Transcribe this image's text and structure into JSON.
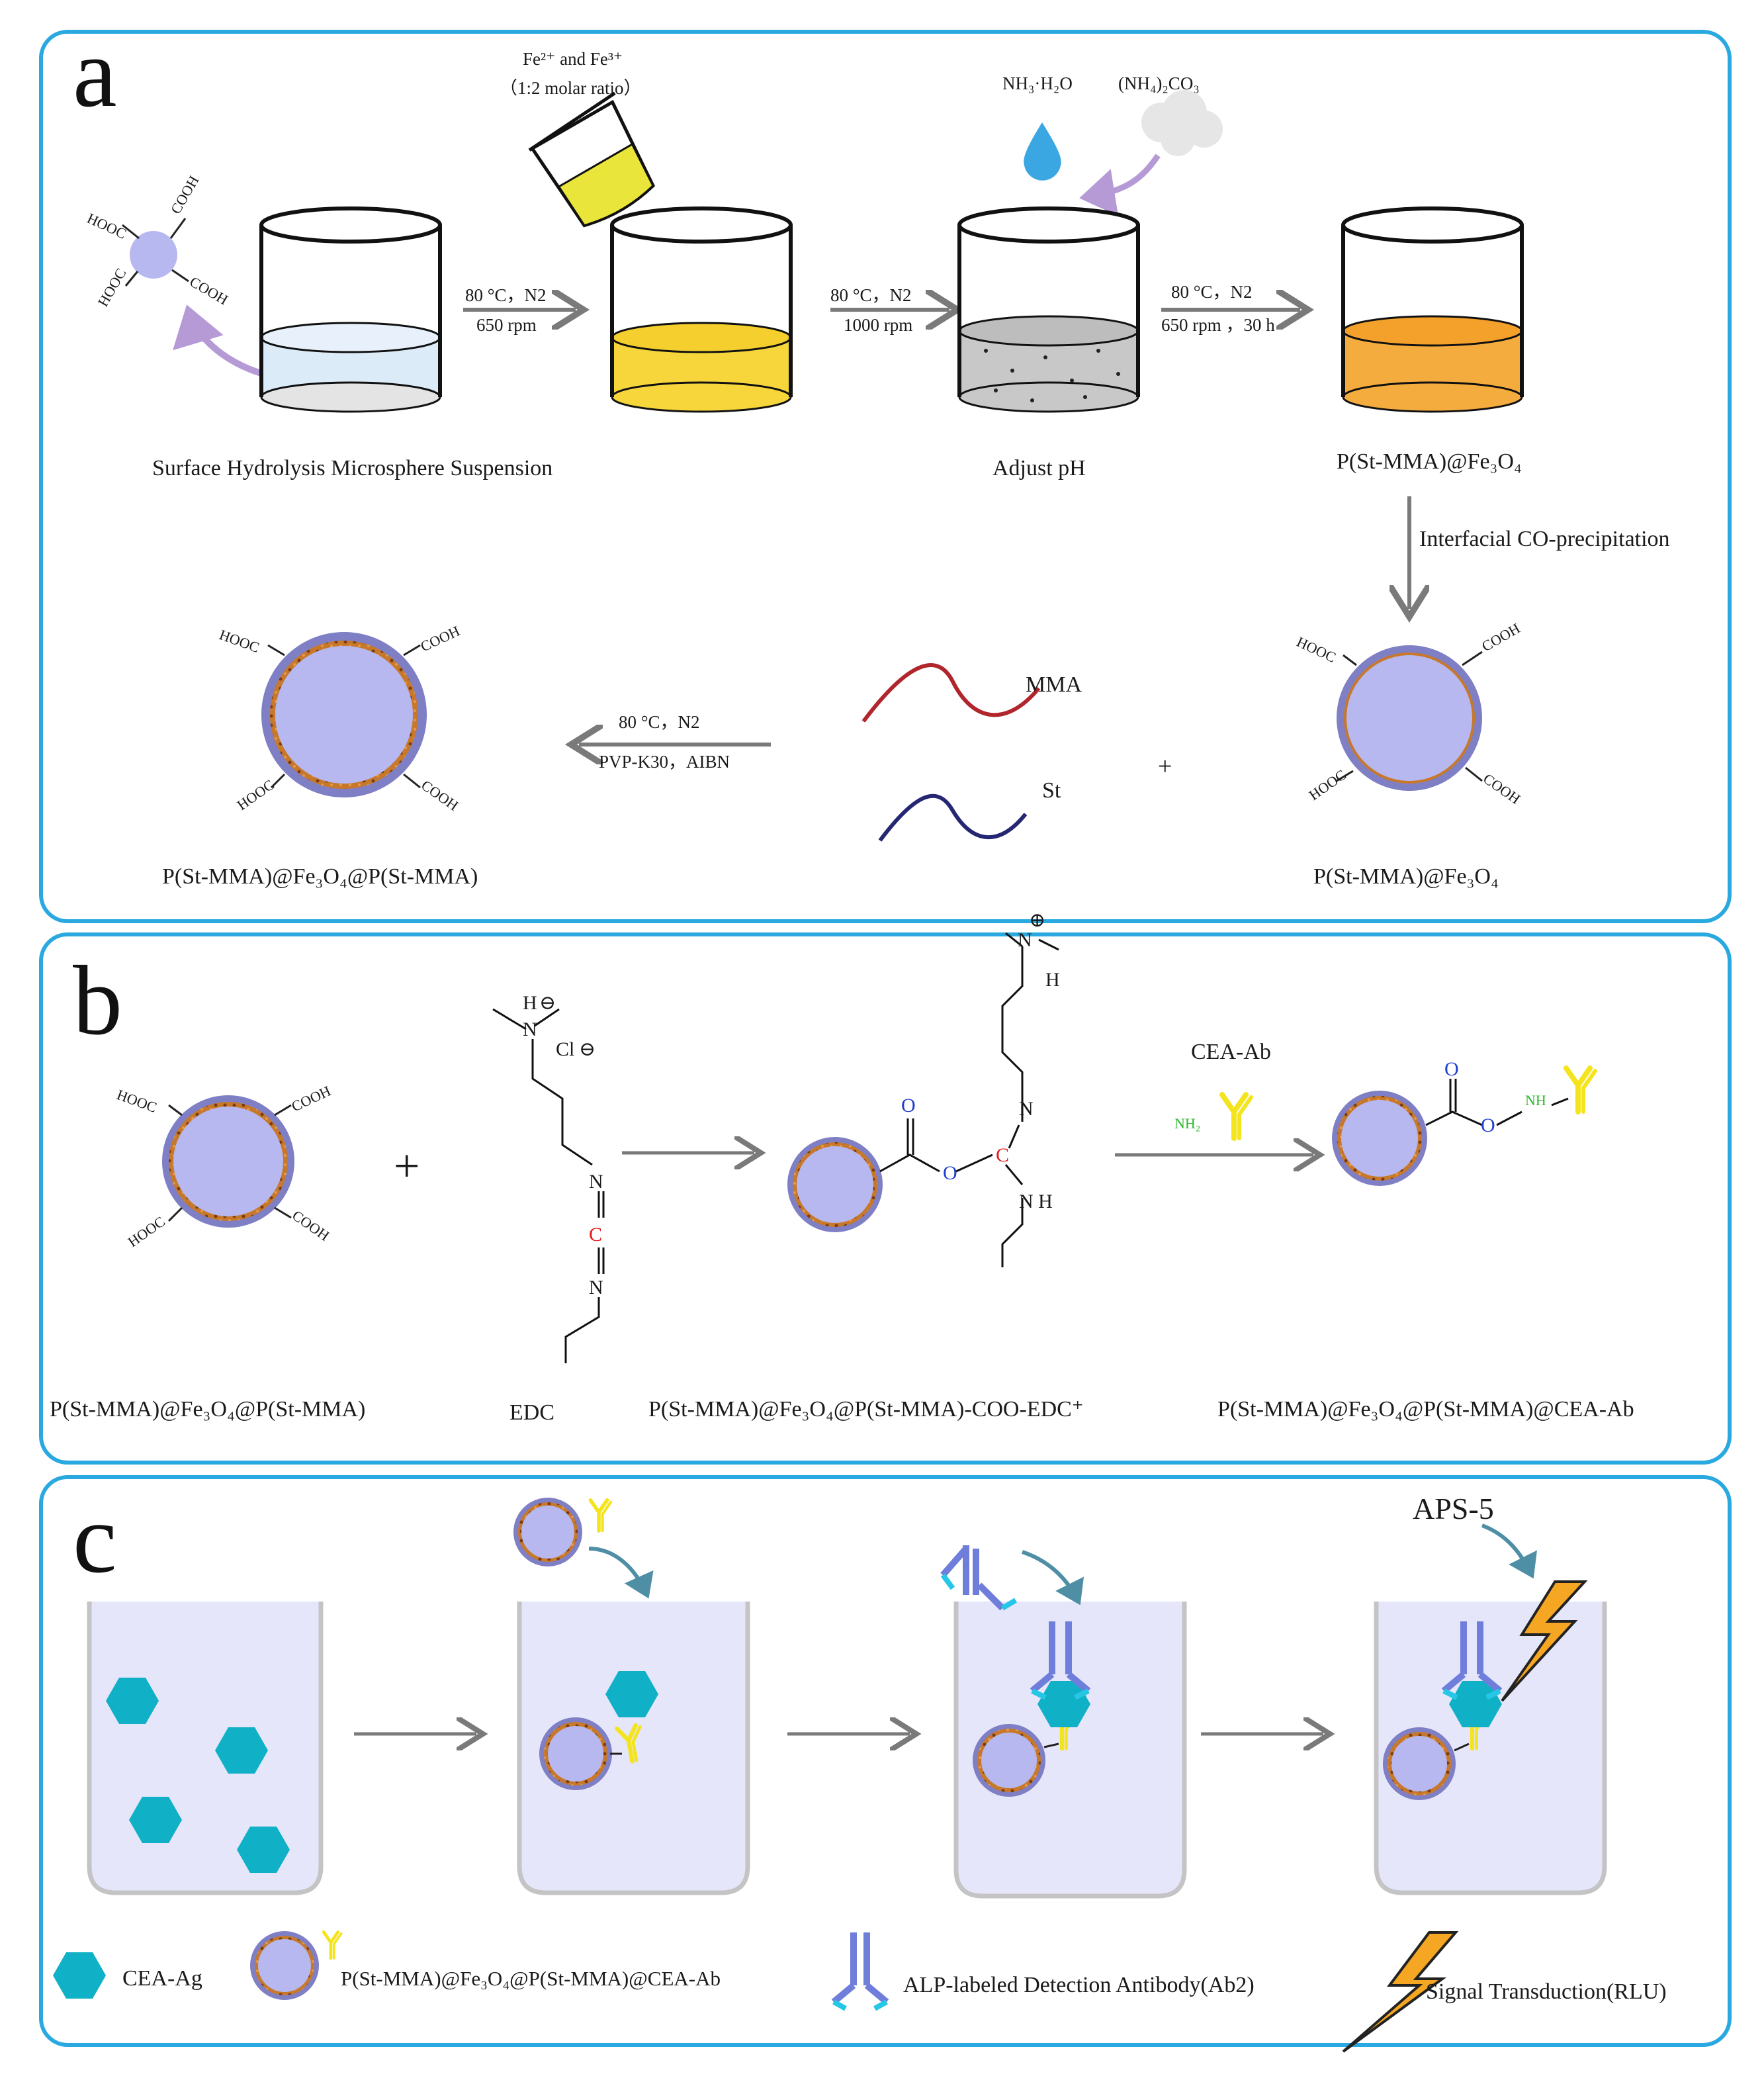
{
  "panels": {
    "a": {
      "letter": "a",
      "reagent_iron": "Fe²⁺ and Fe³⁺",
      "reagent_iron_ratio": "（1:2 molar ratio）",
      "reagent_ammonia": "NH₃·H₂O",
      "reagent_carbonate": "(NH₄)₂CO₃",
      "step1_cond_1": "80 °C，N2",
      "step1_cond_2": "650 rpm",
      "step2_cond_1": "80 °C，N2",
      "step2_cond_2": "1000 rpm",
      "step3_cond_1": "80 °C，N2",
      "step3_cond_2": "650 rpm ，30 h",
      "label_suspension": "Surface Hydrolysis Microsphere Suspension",
      "label_adjust_ph": "Adjust pH",
      "label_product_1": "P(St-MMA)@Fe₃O₄",
      "label_coprecip": "Interfacial CO-precipitation",
      "label_product_2": "P(St-MMA)@Fe₃O₄",
      "monomer_mma": "MMA",
      "monomer_st": "St",
      "plus": "+",
      "poly_cond_1": "80 °C，N2",
      "poly_cond_2": "PVP-K30，AIBN",
      "label_final": "P(St-MMA)@Fe₃O₄@P(St-MMA)",
      "cooh": "COOH",
      "hooc": "HOOC"
    },
    "b": {
      "letter": "b",
      "label_particle": "P(St-MMA)@Fe₃O₄@P(St-MMA)",
      "label_edc": "EDC",
      "label_intermediate": "P(St-MMA)@Fe₃O₄@P(St-MMA)-COO-EDC⁺",
      "label_conjugate": "P(St-MMA)@Fe₃O₄@P(St-MMA)@CEA-Ab",
      "reagent_ab": "CEA-Ab",
      "plus": "+",
      "atom_H": "H",
      "atom_N": "N",
      "atom_C": "C",
      "atom_O": "O",
      "atom_Cl": "Cl",
      "charge_minus": "⊖",
      "charge_plus": "⊕",
      "group_nh2": "NH₂",
      "group_nh": "NH",
      "group_h": "H",
      "group_nh_h": "N H"
    },
    "c": {
      "letter": "c",
      "reagent_aps": "APS-5",
      "legend_antigen": "CEA-Ag",
      "legend_conjugate": "P(St-MMA)@Fe₃O₄@P(St-MMA)@CEA-Ab",
      "legend_detection": "ALP-labeled Detection Antibody(Ab2)",
      "legend_signal": "Signal Transduction(RLU)"
    }
  },
  "colors": {
    "frame": "#29a9df",
    "sphere_fill": "#b6b8ef",
    "shell_orange": "#c8782b",
    "shell_outer": "#7e7fc4",
    "yellow_liquid": "#f6d63b",
    "orange_liquid": "#f5ac3e",
    "grey_liquid": "#c8c8c8",
    "blue_liquid": "#dcebf8",
    "arrow_grey": "#7a7a7a",
    "arrow_purple": "#b59ad6",
    "hexagon": "#10b0c6",
    "antibody_yellow": "#f4e41e",
    "antibody_blue": "#6f7ddb",
    "antibody_cyan": "#25c6e6",
    "well_fill": "#e6e6fb",
    "lightning_orange": "#f5a623",
    "mma_red": "#b0262c",
    "st_navy": "#262773",
    "atom_red": "#e21d1d",
    "atom_blue": "#1f3fd0",
    "nh_green": "#2ab82a"
  }
}
